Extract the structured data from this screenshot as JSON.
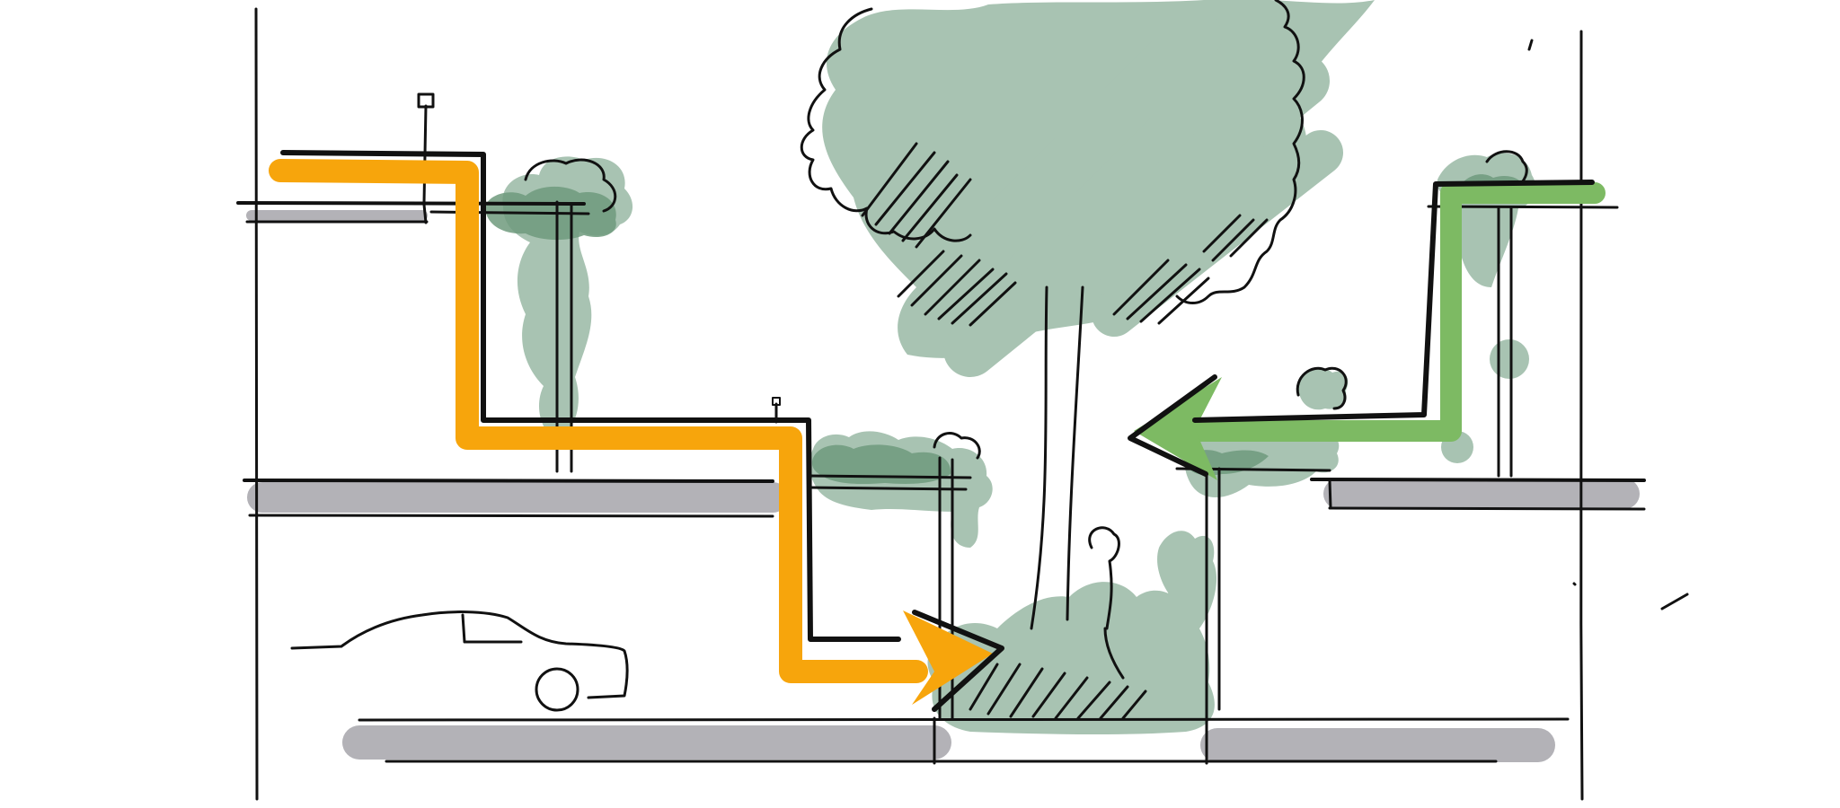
{
  "diagram": {
    "type": "section-sketch",
    "description_free": true,
    "elements": {
      "levels": [
        "upper-terrace-left",
        "mid-terrace-left",
        "mid-terrace-right",
        "street-level"
      ],
      "paths": [
        {
          "id": "orange-route",
          "direction": "down-right"
        },
        {
          "id": "green-route",
          "direction": "down-left"
        }
      ],
      "features": [
        "large-tree",
        "car",
        "planters",
        "lamp-posts",
        "railings"
      ]
    },
    "colors": {
      "orange_path": "#f7a50c",
      "green_path": "#7dba63",
      "foliage": "#a8c3b2",
      "foliage_dark": "#6f9a7d",
      "paving": "#b3b2b7",
      "ink": "#111111"
    }
  }
}
